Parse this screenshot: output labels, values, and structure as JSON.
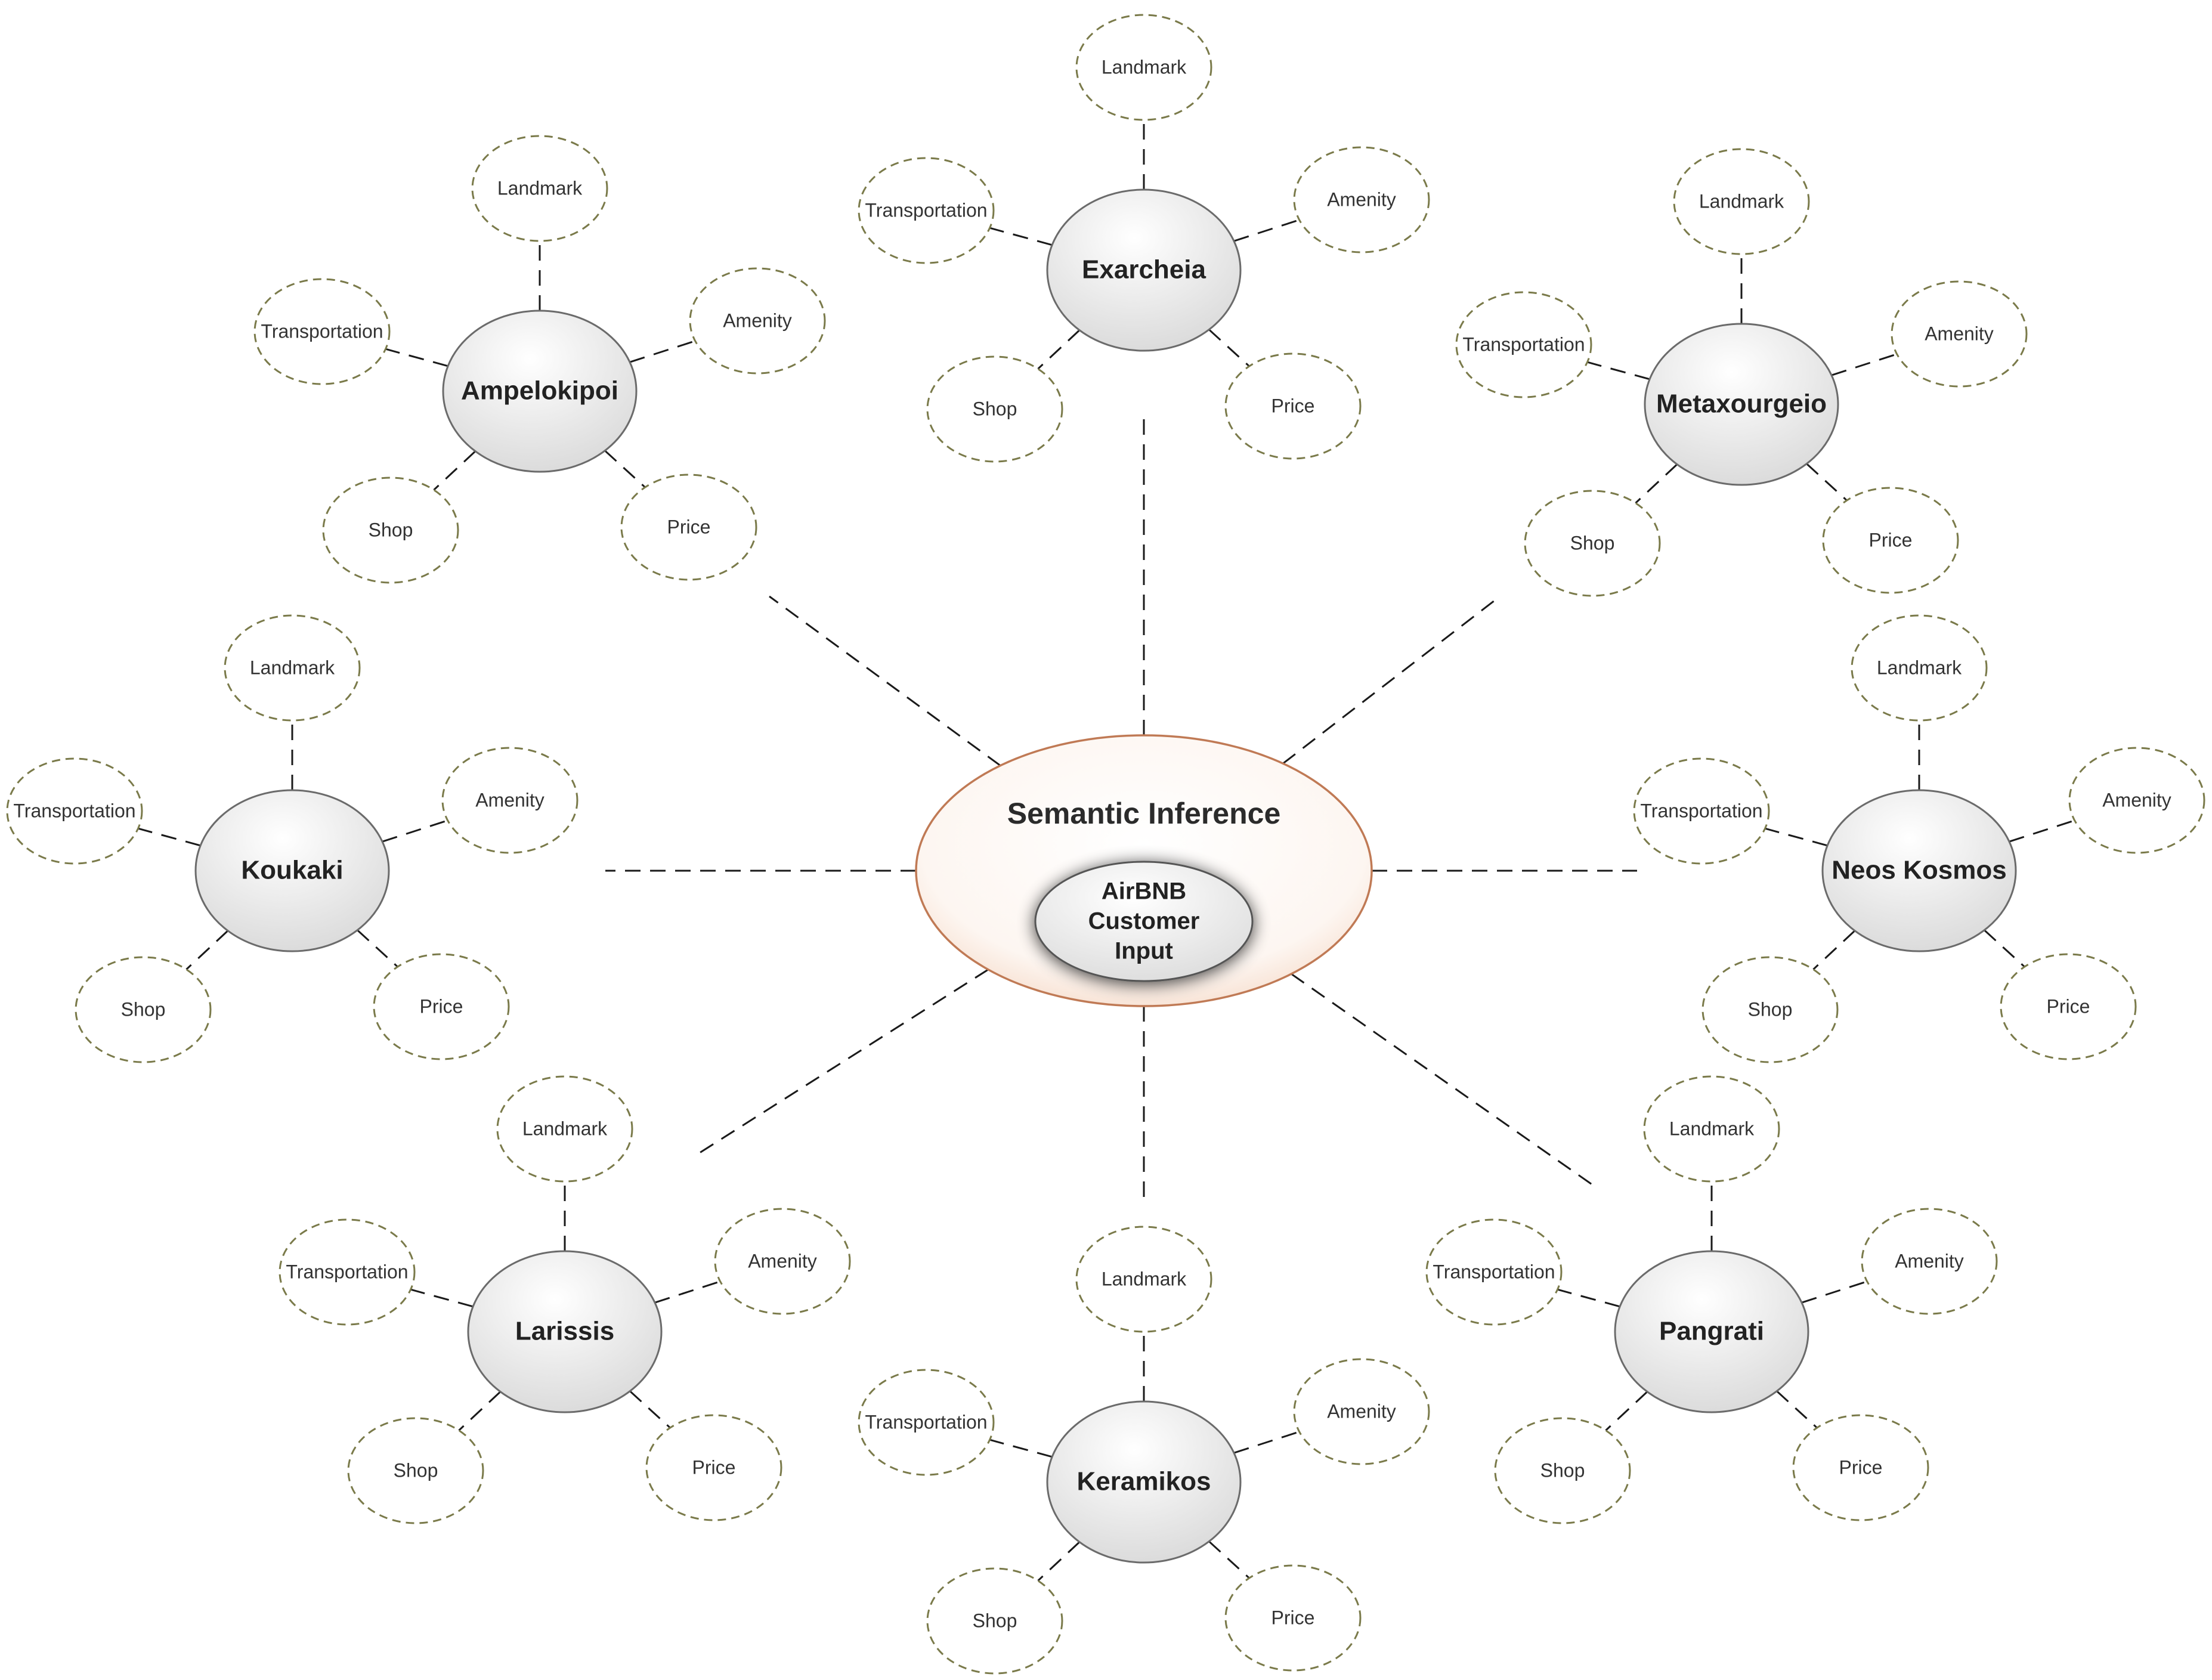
{
  "center": {
    "title": "Semantic Inference",
    "inner_lines": [
      "AirBNB",
      "Customer",
      "Input"
    ]
  },
  "neighborhoods": [
    {
      "name": "Exarcheia",
      "attributes": [
        "Landmark",
        "Amenity",
        "Price",
        "Shop",
        "Transportation"
      ]
    },
    {
      "name": "Ampelokipoi",
      "attributes": [
        "Landmark",
        "Amenity",
        "Price",
        "Shop",
        "Transportation"
      ]
    },
    {
      "name": "Metaxourgeio",
      "attributes": [
        "Landmark",
        "Amenity",
        "Price",
        "Shop",
        "Transportation"
      ]
    },
    {
      "name": "Koukaki",
      "attributes": [
        "Landmark",
        "Amenity",
        "Price",
        "Shop",
        "Transportation"
      ]
    },
    {
      "name": "Neos Kosmos",
      "attributes": [
        "Landmark",
        "Amenity",
        "Price",
        "Shop",
        "Transportation"
      ]
    },
    {
      "name": "Larissis",
      "attributes": [
        "Landmark",
        "Amenity",
        "Price",
        "Shop",
        "Transportation"
      ]
    },
    {
      "name": "Keramikos",
      "attributes": [
        "Landmark",
        "Amenity",
        "Price",
        "Shop",
        "Transportation"
      ]
    },
    {
      "name": "Pangrati",
      "attributes": [
        "Landmark",
        "Amenity",
        "Price",
        "Shop",
        "Transportation"
      ]
    }
  ]
}
